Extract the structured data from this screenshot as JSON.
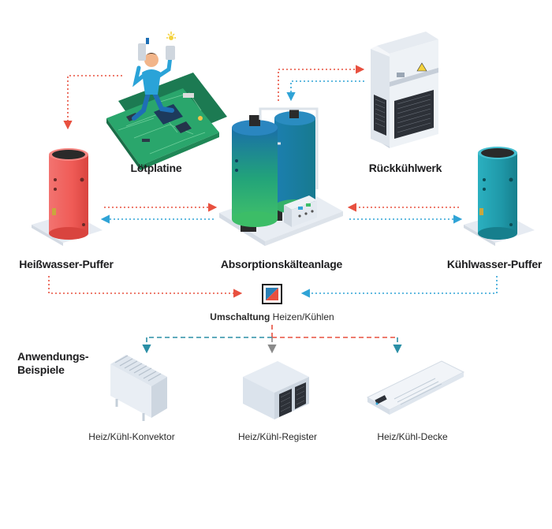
{
  "labels": {
    "soldering_board": "Lötplatine",
    "cooling_tower": "Rückkühlwerk",
    "hot_buffer": "Heißwasser-Puffer",
    "absorption_unit": "Absorptionskälteanlage",
    "cold_buffer": "Kühlwasser-Puffer",
    "switch_bold": "Umschaltung",
    "switch_rest": " Heizen/Kühlen",
    "applications": "Anwendungs-\nBeispiele",
    "convector": "Heiz/Kühl-Konvektor",
    "register": "Heiz/Kühl-Register",
    "ceiling": "Heiz/Kühl-Decke"
  },
  "icons": {
    "worker": "soldering-worker-icon",
    "board": "circuit-board-icon",
    "tower": "cooling-tower-icon",
    "hot_tank": "hot-water-tank-icon",
    "cold_tank": "cold-water-tank-icon",
    "chiller": "absorption-chiller-icon",
    "switch": "switch-icon",
    "convector": "convector-icon",
    "register": "register-icon",
    "ceiling": "ceiling-panel-icon"
  },
  "colors": {
    "hot": "#e8503f",
    "cold": "#2fa3d6",
    "hot_tank": "#ef5b56",
    "cold_tank": "#1f98a8",
    "board": "#2aa66c",
    "text": "#1d1d1f"
  }
}
